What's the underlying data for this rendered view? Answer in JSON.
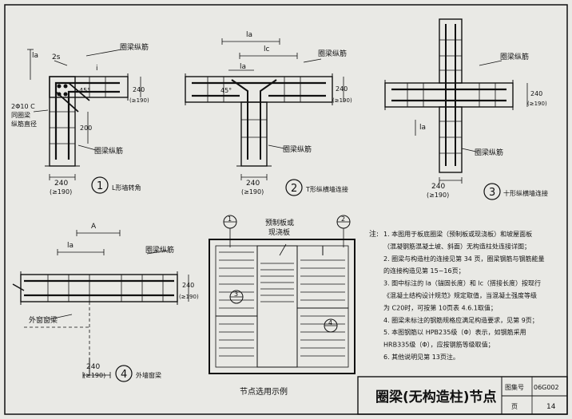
{
  "details": {
    "d1": {
      "number": "1",
      "caption": "L形墙转角",
      "dim_width": "240",
      "dim_width_alt": "(≥190)",
      "dim_height": "240",
      "dim_height_alt": "(≥190)",
      "dim_200": "200",
      "angle_label": "45°",
      "rebar_2s": "2s",
      "label_la": "la",
      "label_ring_rebar": "圈梁纵筋",
      "label_tie_rebar": "圈梁纵筋",
      "label_corner": "2Φ10 C",
      "label_corner_2": "同圈梁",
      "label_corner_3": "纵筋直径",
      "label_i": "i"
    },
    "d2": {
      "number": "2",
      "caption": "T形纵横墙连接",
      "dim_width": "240",
      "dim_width_alt": "(≥190)",
      "dim_height": "240",
      "dim_height_alt": "(≥190)",
      "angle_label": "45°",
      "label_la_top": "la",
      "label_la_mid": "lc",
      "label_la_left": "la",
      "label_ring_rebar": "圈梁纵筋",
      "label_tie_rebar": "圈梁纵筋"
    },
    "d3": {
      "number": "3",
      "caption": "十形纵横墙连接",
      "dim_width": "240",
      "dim_width_alt": "(≥190)",
      "dim_height": "240",
      "dim_height_alt": "(≥190)",
      "label_la": "la",
      "label_ring_rebar": "圈梁纵筋",
      "label_tie_rebar": "圈梁纵筋"
    },
    "d4": {
      "number": "4",
      "caption": "外墙窗梁",
      "dim_width": "240",
      "dim_width_alt": "(≥190)",
      "dim_height": "240",
      "dim_height_alt": "(≥190)",
      "label_A": "A",
      "label_la": "la",
      "label_ring_rebar": "圈梁纵筋",
      "label_window": "外窗窗梁"
    },
    "plan": {
      "caption": "节点选用示例",
      "label_precast": "预制板或",
      "label_precast_2": "现浇板",
      "ref_top_left": "1",
      "ref_top_right": "2",
      "ref_mid": "3",
      "ref_bottom": "4"
    }
  },
  "notes": {
    "prefix": "注:",
    "lines": [
      "1. 本图用于板底圈梁（预制板或现浇板）和坡屋面板",
      "（混凝钢筋混凝土坡、斜面）无构造柱处连接详图；",
      "2. 圈梁与构造柱的连接见第 34 页，圈梁钢筋与钢筋能量",
      "的连接构造见第 15~16页；",
      "3. 图中标注的 la（锚固长度）和 lc（搭接长度）按现行",
      "《混凝土结构设计规范》规定取值，当混凝土强度等级",
      "为 C20时，可按第 10页表 4.6.1取值；",
      "4. 圈梁未标注的钢筋规格应满足构造要求，见第 9页；",
      "5. 本图钢筋以 HPB235级（Φ）表示，如钢筋采用",
      "HRB335级（Φ），应按钢筋等级取值；",
      "6. 其他说明见第 13页注。"
    ]
  },
  "title_block": {
    "title": "圈梁(无构造柱)节点",
    "atlas_label": "图集号",
    "atlas_value": "06G002",
    "page_label": "页",
    "page_value": "14"
  }
}
